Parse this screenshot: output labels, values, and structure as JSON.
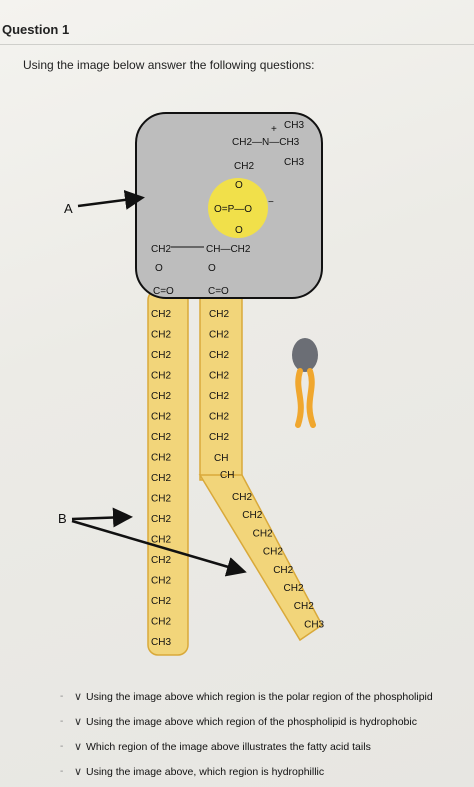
{
  "question": {
    "title": "Question 1",
    "prompt": "Using the image below answer the following questions:"
  },
  "figure": {
    "label_a": "A",
    "label_b": "B",
    "head": {
      "ch3_top": "CH3",
      "n_group": "CH2—N—CH3",
      "n_charge": "+",
      "ch3_bottom": "CH3",
      "ch2": "CH2",
      "o_upper": "O",
      "phosphate": "O=P—O",
      "phosphate_charge": "−",
      "o_lower": "O",
      "glycerol_left": "CH2",
      "glycerol_right": "CH—CH2",
      "o_left": "O",
      "o_right": "O",
      "carbonyl_left": "C=O",
      "carbonyl_right": "C=O"
    },
    "left_tail": [
      "CH2",
      "CH2",
      "CH2",
      "CH2",
      "CH2",
      "CH2",
      "CH2",
      "CH2",
      "CH2",
      "CH2",
      "CH2",
      "CH2",
      "CH2",
      "CH2",
      "CH2",
      "CH2",
      "CH3"
    ],
    "right_tail_straight": [
      "CH2",
      "CH2",
      "CH2",
      "CH2",
      "CH2",
      "CH2",
      "CH2"
    ],
    "right_tail_double": [
      "CH",
      "CH"
    ],
    "right_tail_bent": [
      "CH2",
      "CH2",
      "CH2",
      "CH2",
      "CH2",
      "CH2",
      "CH2",
      "CH3"
    ],
    "colors": {
      "head_fill": "#bdbdbd",
      "head_stroke": "#111111",
      "phosphate_fill": "#f1e04a",
      "tail_fill": "#f2d57a",
      "tail_stroke": "#d9a93a",
      "icon_head": "#6b6e75",
      "icon_tail": "#f0a72e"
    }
  },
  "answers": [
    "Using the image above which region is the polar region of the phospholipid",
    "Using the image above which region of the phospholipid is hydrophobic",
    "Which region of the image above illustrates the fatty acid tails",
    "Using the image above, which region is hydrophillic"
  ]
}
